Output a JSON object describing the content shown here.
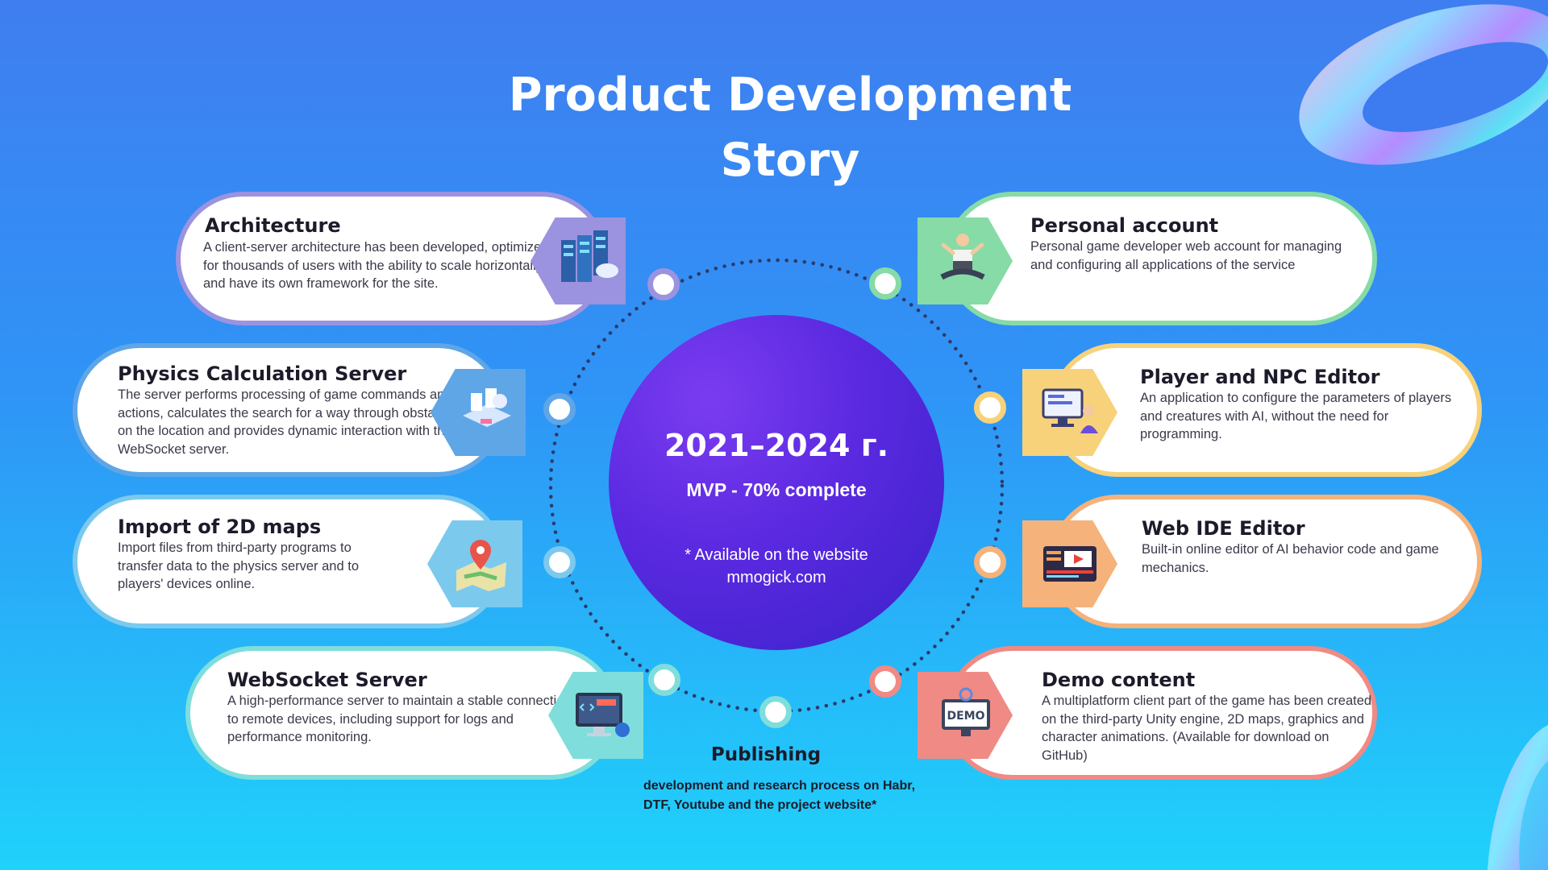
{
  "title_line1": "Product Development",
  "title_line2": "Story",
  "center": {
    "years": "2021–2024 г.",
    "mvp": "MVP - 70% complete",
    "note": "* Available on the website mmogick.com"
  },
  "cards": {
    "architecture": {
      "title": "Architecture",
      "desc": "A client-server architecture has been developed, optimized for thousands of users with the ability to scale horizontally and have its own framework for the site.",
      "color": "#9b93df"
    },
    "physics": {
      "title": "Physics Calculation Server",
      "desc": "The server performs processing of game commands and AI actions, calculates the search for a way through obstacles on the location and provides dynamic interaction with the WebSocket server.",
      "color": "#5fa6e6"
    },
    "import": {
      "title": "Import of 2D maps",
      "desc": "Import files from third-party programs to transfer data to the physics server and to players' devices online.",
      "color": "#7cc9ee"
    },
    "websocket": {
      "title": "WebSocket Server",
      "desc": "A high-performance server to maintain a stable connection to remote devices, including support for logs and performance monitoring.",
      "color": "#7fdedb"
    },
    "personal": {
      "title": "Personal account",
      "desc": "Personal game developer web account for managing and configuring all applications of the service",
      "color": "#86dba6"
    },
    "player": {
      "title": "Player and NPC Editor",
      "desc": "An application to configure the parameters of players and creatures with AI, without the need for programming.",
      "color": "#f7d27a"
    },
    "webide": {
      "title": "Web IDE Editor",
      "desc": "Built-in online editor of AI behavior code and game mechanics.",
      "color": "#f5b27a"
    },
    "demo": {
      "title": "Demo content",
      "desc": "A multiplatform client part of the game has been created on the third-party Unity engine, 2D maps, graphics and character animations. (Available for download on GitHub)",
      "color": "#f08a84"
    }
  },
  "publishing": {
    "title": "Publishing",
    "desc": "development and research process on Habr, DTF, Youtube and the project website*"
  },
  "icons": {
    "architecture": "server-rack-icon",
    "physics": "server-network-icon",
    "import": "map-pin-icon",
    "websocket": "code-monitor-icon",
    "personal": "developer-laptop-icon",
    "player": "editor-workstation-icon",
    "webide": "video-editor-icon",
    "demo": "demo-monitor-icon"
  }
}
